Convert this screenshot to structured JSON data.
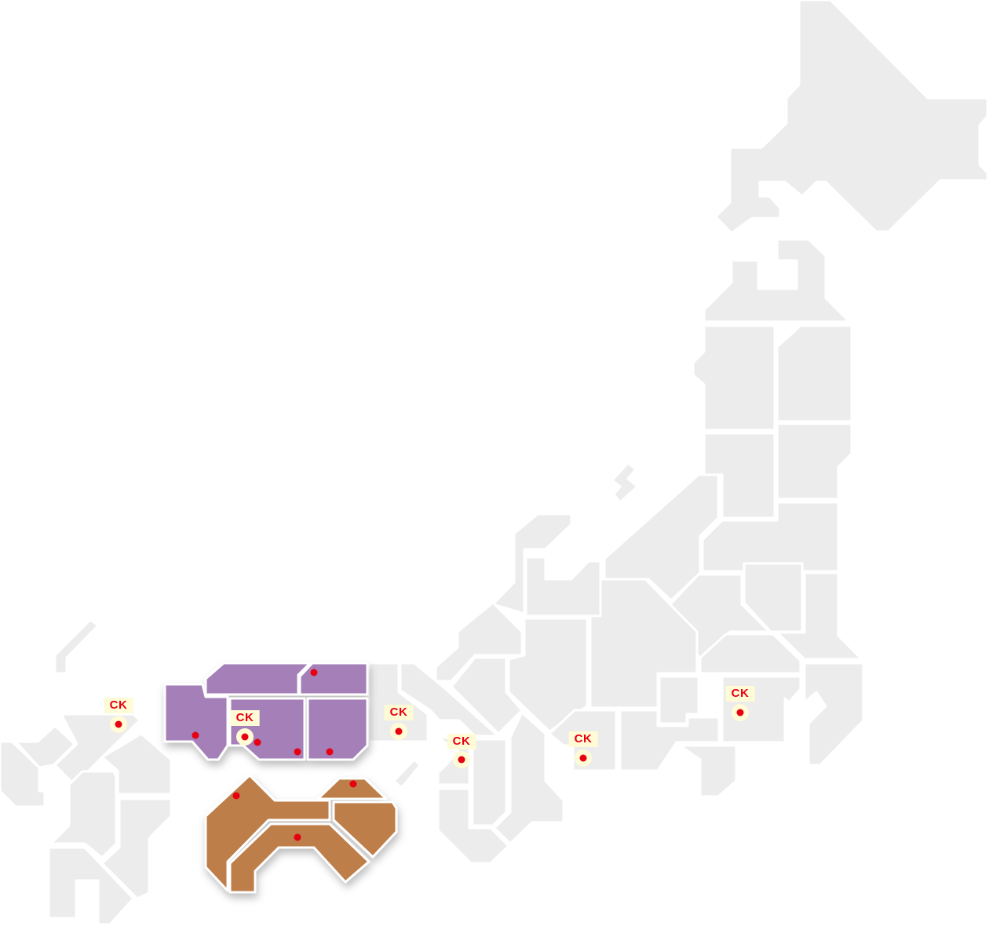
{
  "map": {
    "colors": {
      "land": "#ececec",
      "chugoku": "#a47fb8",
      "shikoku": "#bd7e48",
      "marker": "#e60012",
      "label_bg": "#fffbd6"
    },
    "highlighted_regions": [
      "chugoku",
      "shikoku"
    ],
    "markers": [
      {
        "label": "CK",
        "area": "fukuoka"
      },
      {
        "label": "CK",
        "area": "hiroshima"
      },
      {
        "label": "CK",
        "area": "hyogo"
      },
      {
        "label": "CK",
        "area": "osaka"
      },
      {
        "label": "CK",
        "area": "aichi"
      },
      {
        "label": "CK",
        "area": "kanagawa"
      }
    ]
  }
}
